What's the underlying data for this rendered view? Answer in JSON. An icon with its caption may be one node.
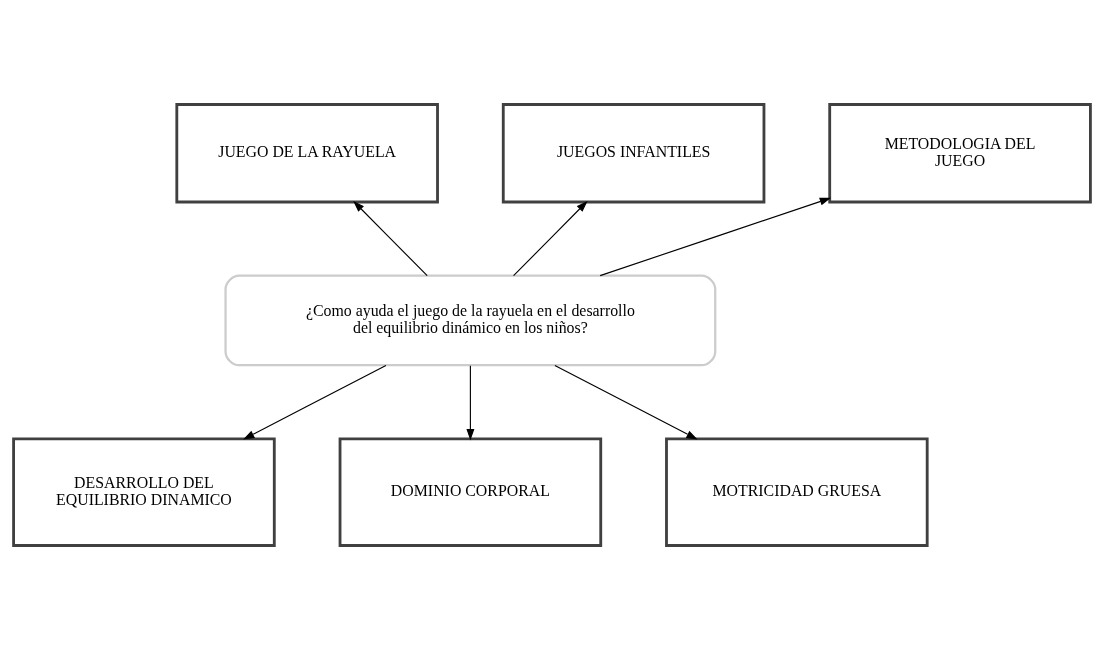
{
  "diagram": {
    "nodes": [
      {
        "text": [
          "JUEGO DE LA RAYUELA"
        ]
      },
      {
        "text": [
          "JUEGOS INFANTILES"
        ]
      },
      {
        "text": [
          "METODOLOGIA DEL JUEGO"
        ]
      },
      {
        "text": [
          "¿Como ayuda el juego de la rayuela en el desarrollo del equilibrio dinámico en los niños?"
        ]
      },
      {
        "text": [
          "DESARROLLO DEL EQUILIBRIO DINAMICO"
        ]
      },
      {
        "text": [
          "DOMINIO CORPORAL"
        ]
      },
      {
        "text": [
          "MOTRICIDAD GRUESA"
        ]
      }
    ],
    "edges": [
      {
        "from": 3,
        "to": 0,
        "arrow": "to"
      },
      {
        "from": 3,
        "to": 1,
        "arrow": "to"
      },
      {
        "from": 3,
        "to": 2,
        "arrow": "to"
      },
      {
        "from": 3,
        "to": 4,
        "arrow": "to"
      },
      {
        "from": 3,
        "to": 5,
        "arrow": "to"
      },
      {
        "from": 3,
        "to": 6,
        "arrow": "to"
      }
    ]
  }
}
